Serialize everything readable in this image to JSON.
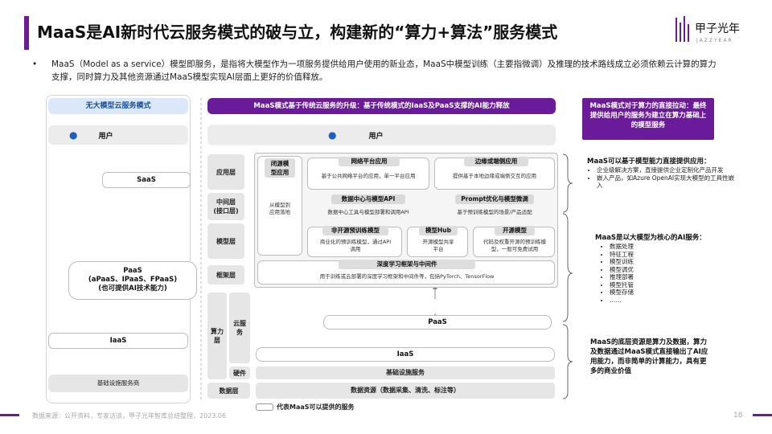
{
  "header": {
    "title": "MaaS是AI新时代云服务模式的破与立，构建新的“算力+算法”服务模式",
    "logo_text": "甲子光年",
    "logo_sub": "JAZZYEAR"
  },
  "intro": {
    "bullet": "•",
    "text": "MaaS（Model as a service）模型即服务，是指将大模型作为一项服务提供给用户使用的新业态，MaaS中模型训练（主要指微调）及推理的技术路线成立必须依赖云计算的算力支撑，同时算力及其他资源通过MaaS模型实现AI层面上更好的价值释放。"
  },
  "left_panel": {
    "header": "无大模型云服务模式",
    "user": "用户",
    "saas": "SaaS",
    "paas_l1": "PaaS",
    "paas_l2": "(aPaaS、IPaaS、FPaaS)",
    "paas_l3": "(也可提供AI技术能力)",
    "iaas": "IaaS",
    "infra": "基础设施服务商"
  },
  "middle_panel": {
    "header": "MaaS模式基于传统云服务的升级：基于传统模式的IaaS及PaaS支撑的AI能力释放",
    "user": "用户",
    "layers": {
      "app": "应用层",
      "middle_l1": "中间层",
      "middle_l2": "(接口层)",
      "model": "模型层",
      "framework": "框架层",
      "compute_l1": "算力",
      "compute_l2": "层",
      "cloud_l1": "云服",
      "cloud_l2": "务",
      "hardware": "硬件",
      "data": "数据层"
    },
    "closed_model": {
      "title_l1": "闭源模",
      "title_l2": "型应用",
      "desc_l1": "从模型到",
      "desc_l2": "应用落地"
    },
    "network_app": {
      "title": "网络平台应用",
      "desc": "基于公共网络平台的应用，单一平台应用"
    },
    "edge_app": {
      "title": "边缘或端侧应用",
      "desc": "提供基于本地边缘或端侧交互的应用"
    },
    "data_center": {
      "title": "数据中心与模型API",
      "desc": "数据中心工具与模型部署和调用API"
    },
    "prompt": {
      "title": "Prompt优化与模型微调",
      "desc": "基于预训练模型的场景/产品适配"
    },
    "non_open": {
      "title": "非开源预训练模型",
      "desc_l1": "商业化的预训练模型，通过API",
      "desc_l2": "调用"
    },
    "model_hub": {
      "title": "模型Hub",
      "desc_l1": "开源模型共享",
      "desc_l2": "平台"
    },
    "open_source": {
      "title": "开源模型",
      "desc_l1": "代码及权重开源的预训练模",
      "desc_l2": "型，一般可免费试用"
    },
    "dl_framework": {
      "title": "深度学习框架与中间件",
      "desc": "用于训练或云部署的深度学习框架和中间件等，包括PyTorch、TensorFlow"
    },
    "paas": "PaaS",
    "iaas": "IaaS",
    "infra_service": "基础设施服务",
    "data_resources": "数据资源（数据采集、清洗、标注等）",
    "legend": "代表MaaS可以提供的服务"
  },
  "right_panel": {
    "header": "MaaS模式对于算力的直接拉动：最终提供给用户的服务为建立在算力基础上的模型服务",
    "note1": {
      "title": "MaaS可以基于模型能力直接提供应用：",
      "items": [
        "企业级解决方案，直接提供企业定制化产品开发",
        "嵌入产品，如Azure OpenAI实现大模型的工具性嵌入"
      ]
    },
    "note2": {
      "title": "MaaS是以大模型为核心的AI服务：",
      "items": [
        "数据处理",
        "特征工程",
        "模型训练",
        "模型调优",
        "推理部署",
        "模型托管",
        "模型存储",
        "……"
      ]
    },
    "note3": {
      "text": "MaaS的底层资源是算力及数据，算力及数据通过MaaS模式直接输出了AI应用能力，而非简单的计算能力，具有更多的商业价值"
    }
  },
  "footer": {
    "source": "数据来源：公开资料，专家访谈，甲子光年智库总结整理，2023.06",
    "page": "18"
  },
  "colors": {
    "accent_purple": "#6a1b9a",
    "light_blue": "#dbe8fa",
    "arrow_blue": "#1f5fbf"
  }
}
